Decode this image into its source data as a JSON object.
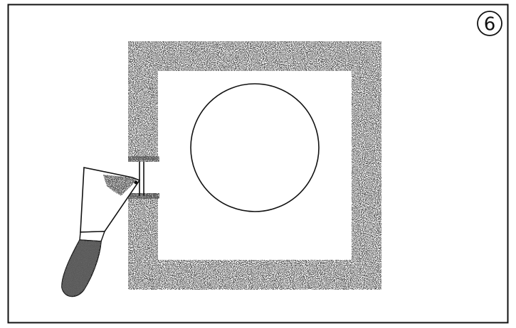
{
  "figure": {
    "step_number": "6",
    "icons": {
      "drywall_patch": "square-patch-with-round-hole",
      "putty_knife": "putty-knife-icon",
      "compound": "joint-compound-texture"
    },
    "colors": {
      "outline": "#111111",
      "background": "#ffffff",
      "stipple": "#1a1a1a"
    }
  }
}
